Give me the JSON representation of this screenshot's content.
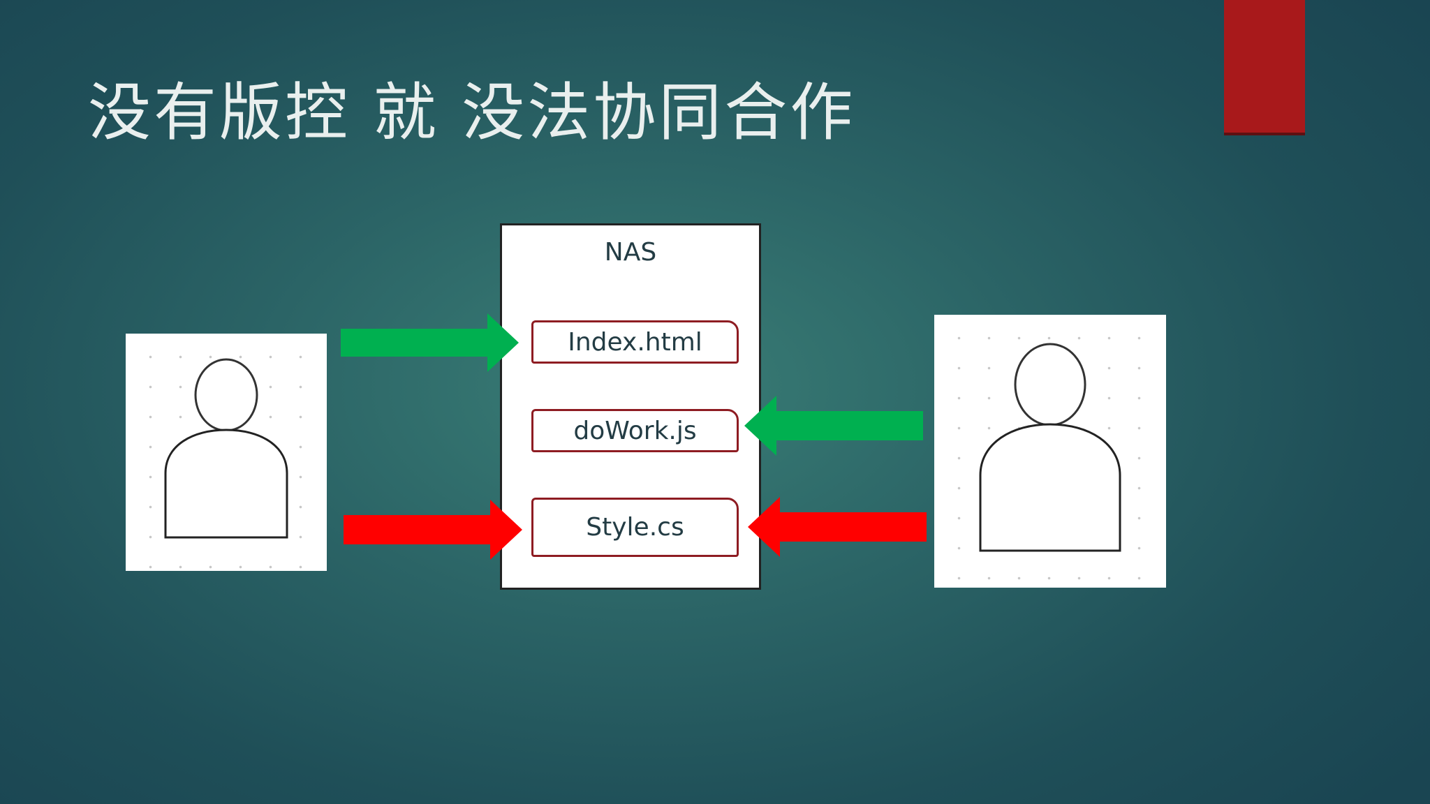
{
  "slide": {
    "title": "没有版控 就 没法协同合作"
  },
  "nas": {
    "label": "NAS",
    "files": [
      "Index.html",
      "doWork.js",
      "Style.cs"
    ]
  },
  "colors": {
    "accent": "#a8191b",
    "green_arrow": "#00b050",
    "red_arrow": "#ff0000",
    "file_border": "#8e1c22"
  },
  "icons": {
    "user_left": "person-outline-icon",
    "user_right": "person-outline-icon"
  }
}
